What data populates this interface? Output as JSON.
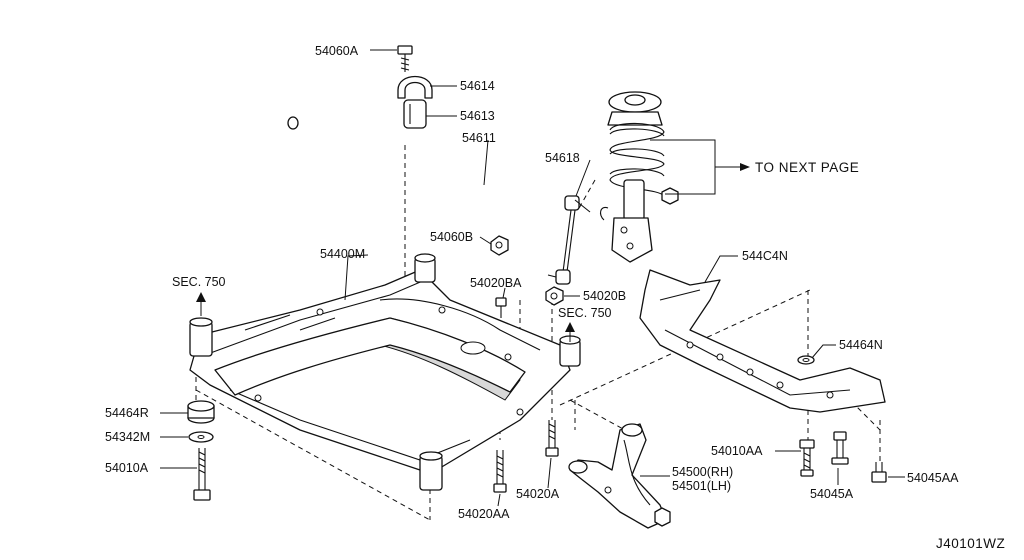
{
  "diagram_code": "J40101WZ",
  "to_next_page": "TO NEXT PAGE",
  "sec_labels": {
    "left": "SEC. 750",
    "right": "SEC. 750"
  },
  "callouts": {
    "p54060A": "54060A",
    "p54614": "54614",
    "p54613": "54613",
    "p54611": "54611",
    "p54618": "54618",
    "p54060B": "54060B",
    "p54400M": "54400M",
    "p54020BA": "54020BA",
    "p54020B": "54020B",
    "p544C4N": "544C4N",
    "p54464N": "54464N",
    "p54464R": "54464R",
    "p54342M": "54342M",
    "p54010A": "54010A",
    "p54010AA": "54010AA",
    "p54500": "54500(RH)",
    "p54501": "54501(LH)",
    "p54045A": "54045A",
    "p54045AA": "54045AA",
    "p54020A": "54020A",
    "p54020AA": "54020AA"
  }
}
